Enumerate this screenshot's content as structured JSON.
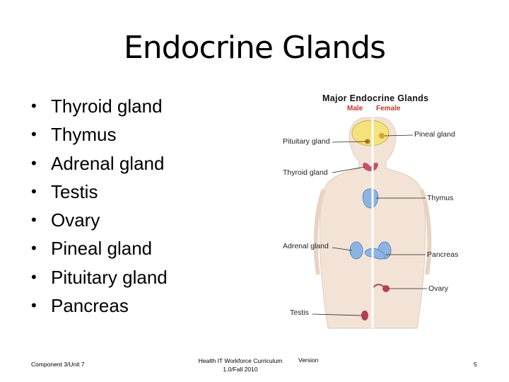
{
  "slide": {
    "title": "Endocrine Glands",
    "bullets": [
      "Thyroid gland",
      "Thymus",
      "Adrenal gland",
      "Testis",
      "Ovary",
      "Pineal gland",
      "Pituitary gland",
      "Pancreas"
    ]
  },
  "figure": {
    "title": "Major Endocrine Glands",
    "male": "Male",
    "female": "Female",
    "labels": {
      "pituitary": "Pituitary gland",
      "pineal": "Pineal gland",
      "thyroid": "Thyroid gland",
      "thymus": "Thymus",
      "adrenal": "Adrenal gland",
      "pancreas": "Pancreas",
      "ovary": "Ovary",
      "testis": "Testis"
    },
    "colors": {
      "skin": "#f3e3d6",
      "brain": "#f5e27a",
      "thyroid": "#c0556a",
      "thymus": "#8db3e2",
      "pancreas": "#8db3e2",
      "ovary": "#b0405a",
      "divider": "#ffffff"
    }
  },
  "footer": {
    "left": "Component 3/Unit 7",
    "center_line1": "Health IT Workforce Curriculum",
    "center_line2": "1.0/Fall 2010",
    "version": "Version",
    "page": "5"
  }
}
